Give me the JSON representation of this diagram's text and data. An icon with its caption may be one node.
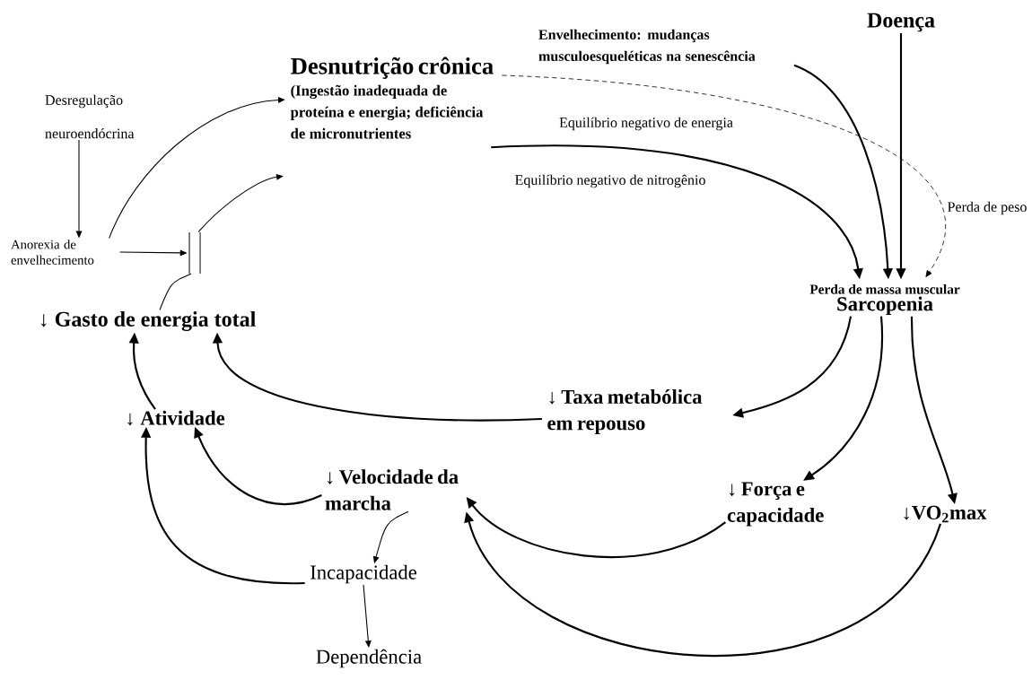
{
  "diagram": {
    "nodes": [
      {
        "text": [
          "Desnutrição crônica",
          "(Ingestão inadequada de proteína e energia; deficiência de micronutrientes"
        ]
      },
      {
        "text": [
          "Desregulação neuroendócrina"
        ]
      },
      {
        "text": [
          "Anorexia de envelhecimento"
        ]
      },
      {
        "text": [],
        "shape": "bar"
      },
      {
        "text": [
          "↓ Gasto de energia total"
        ]
      },
      {
        "text": [
          "Envelhecimento: mudanças musculoesqueléticas na senescência"
        ]
      },
      {
        "text": [
          "Doença"
        ]
      },
      {
        "text": [
          "Perda de massa muscular",
          "Sarcopenia"
        ]
      },
      {
        "text": [
          "↓ Taxa metabólica em repouso"
        ]
      },
      {
        "text": [
          "↓ Atividade"
        ]
      },
      {
        "text": [
          "↓ Velocidade da marcha"
        ]
      },
      {
        "text": [
          "↓ Força e capacidade"
        ]
      },
      {
        "text": [
          "↓VO$_{2}$max"
        ]
      },
      {
        "text": [
          "Incapacidade"
        ]
      },
      {
        "text": [
          "Dependência"
        ]
      }
    ],
    "edges": [
      {
        "from": 1,
        "to": 2,
        "arrow": "to"
      },
      {
        "from": 2,
        "to": 3,
        "arrow": "to"
      },
      {
        "from": 4,
        "to": 3,
        "arrow": "none"
      },
      {
        "from": 3,
        "to": 0,
        "arrow": "to"
      },
      {
        "from": 2,
        "to": 0,
        "arrow": "to"
      },
      {
        "from": 0,
        "to": 7,
        "arrow": "to",
        "label": "Equilíbrio negativo de energia"
      },
      {
        "from": 0,
        "to": 7,
        "arrow": "to",
        "label": "Perda de peso",
        "style": "dashed"
      },
      {
        "from": 5,
        "to": 7,
        "arrow": "to"
      },
      {
        "from": 6,
        "to": 7,
        "arrow": "to"
      },
      {
        "from": 7,
        "to": 8,
        "arrow": "to"
      },
      {
        "from": 7,
        "to": 11,
        "arrow": "to"
      },
      {
        "from": 7,
        "to": 12,
        "arrow": "to"
      },
      {
        "from": 8,
        "to": 4,
        "arrow": "to"
      },
      {
        "from": 9,
        "to": 4,
        "arrow": "to"
      },
      {
        "from": 10,
        "to": 9,
        "arrow": "to"
      },
      {
        "from": 11,
        "to": 10,
        "arrow": "to"
      },
      {
        "from": 12,
        "to": 10,
        "arrow": "to"
      },
      {
        "from": 10,
        "to": 13,
        "arrow": "to"
      },
      {
        "from": 13,
        "to": 9,
        "arrow": "to"
      },
      {
        "from": 13,
        "to": 14,
        "arrow": "to"
      }
    ],
    "labels": [
      "Equilíbrio negativo de nitrogênio"
    ]
  }
}
